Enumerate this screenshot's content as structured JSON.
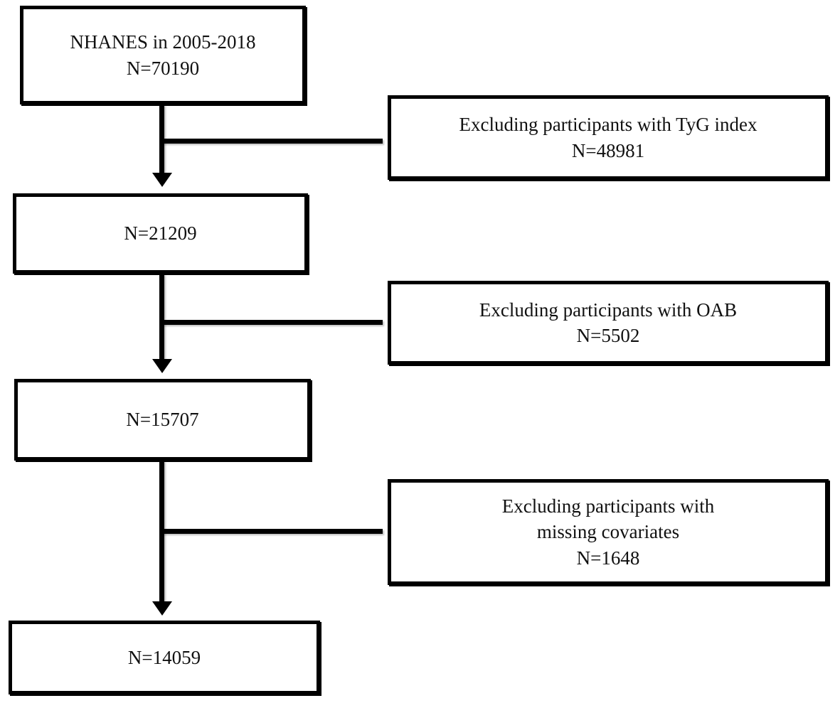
{
  "figure": {
    "type": "participant-flow-diagram",
    "boxes": {
      "source": {
        "lines": [
          "NHANES in 2005-2018",
          "N=70190"
        ]
      },
      "excl_tyg": {
        "lines": [
          "Excluding participants with TyG index",
          "N=48981"
        ]
      },
      "step2": {
        "lines": [
          "N=21209"
        ]
      },
      "excl_oab": {
        "lines": [
          "Excluding participants with OAB",
          "N=5502"
        ]
      },
      "step3": {
        "lines": [
          "N=15707"
        ]
      },
      "excl_cov": {
        "lines": [
          "Excluding participants with",
          "missing covariates",
          "N=1648"
        ]
      },
      "final": {
        "lines": [
          "N=14059"
        ]
      }
    }
  },
  "colors": {
    "ink": "#000000",
    "paper": "#ffffff",
    "text": "#111111"
  }
}
